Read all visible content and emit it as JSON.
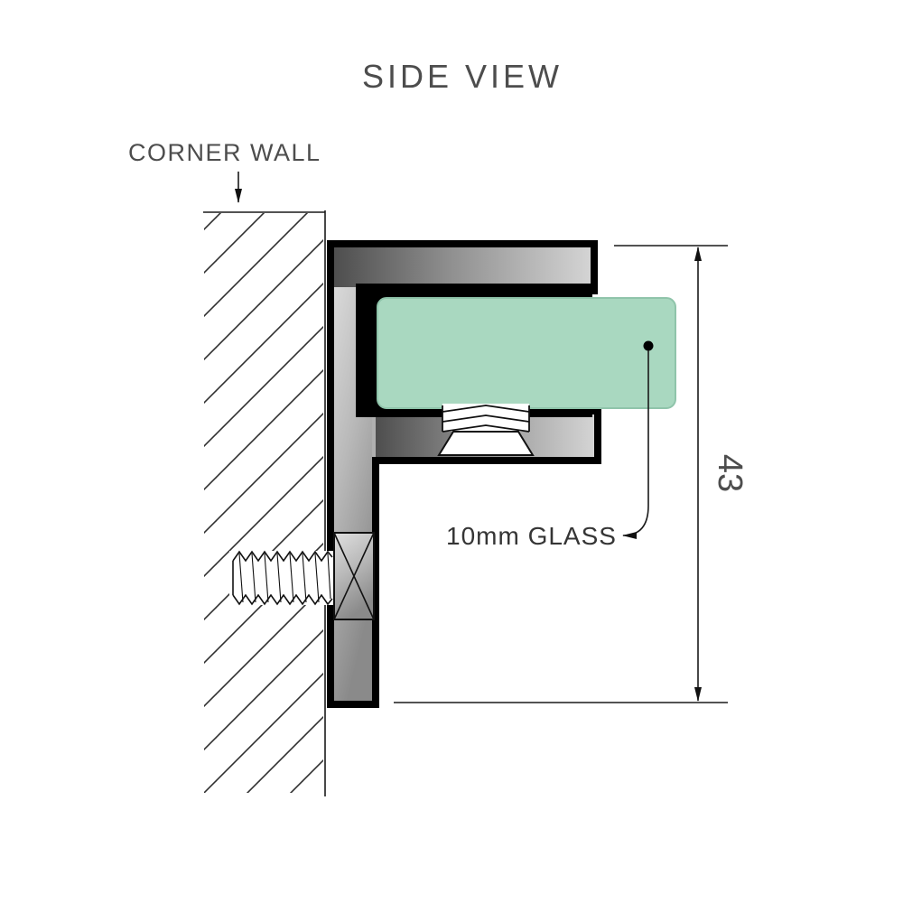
{
  "title": "SIDE VIEW",
  "wall": {
    "label": "CORNER WALL"
  },
  "glass": {
    "label": "10mm GLASS",
    "color": "#a9d8c0"
  },
  "dimension": {
    "value": "43"
  },
  "colors": {
    "text": "#4d4d4d",
    "line": "#000000",
    "metal_light": "#d9d9d9",
    "metal_mid": "#9a9a9a",
    "metal_dark": "#4f4f4f"
  }
}
